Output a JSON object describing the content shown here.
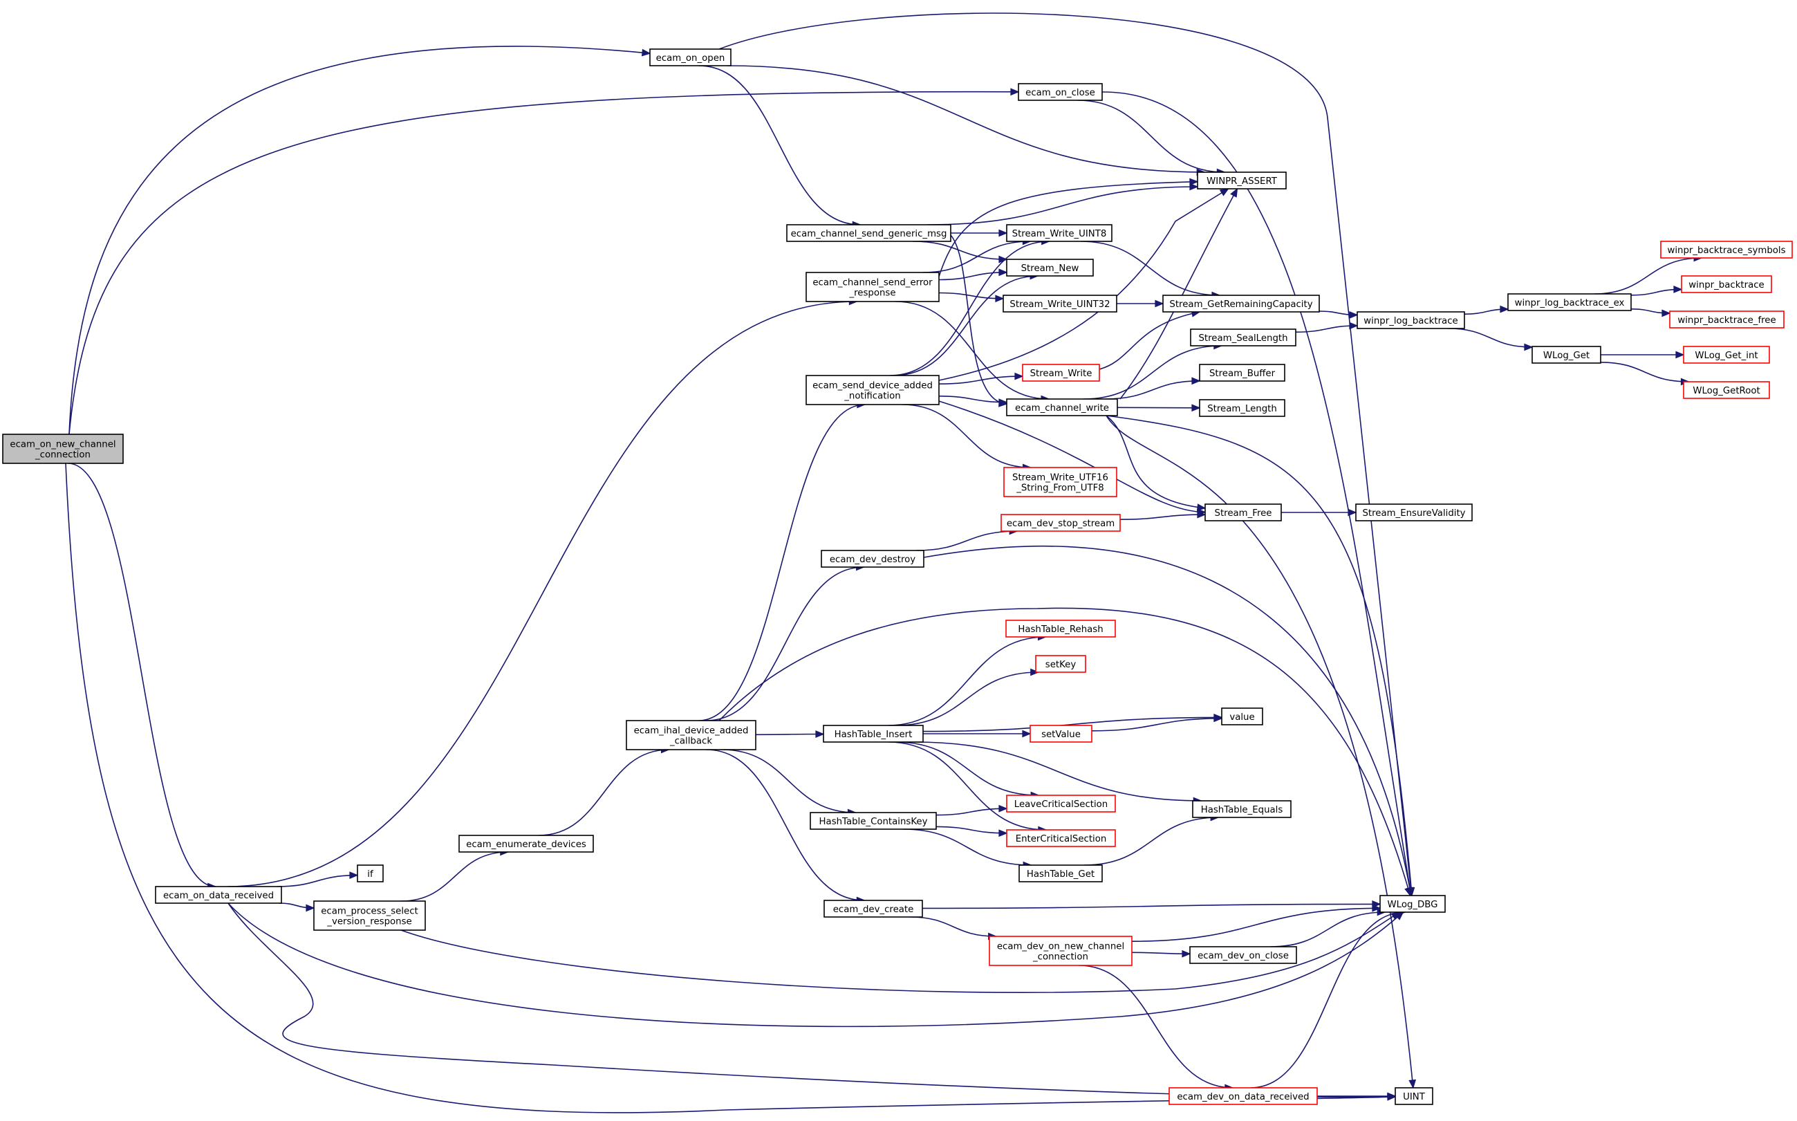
{
  "graph": {
    "colors": {
      "edge": "#191970",
      "node_border": "#000000",
      "external_border": "#ff0000",
      "root_fill": "#bfbfbf",
      "node_fill": "#ffffff"
    },
    "nodes": [
      {
        "id": "root",
        "lines": [
          "ecam_on_new_channel",
          "_connection"
        ],
        "style": "root"
      },
      {
        "id": "on_open",
        "lines": [
          "ecam_on_open"
        ],
        "style": "normal"
      },
      {
        "id": "on_close",
        "lines": [
          "ecam_on_close"
        ],
        "style": "normal"
      },
      {
        "id": "on_data_received",
        "lines": [
          "ecam_on_data_received"
        ],
        "style": "normal"
      },
      {
        "id": "winpr_assert",
        "lines": [
          "WINPR_ASSERT"
        ],
        "style": "normal"
      },
      {
        "id": "send_generic_msg",
        "lines": [
          "ecam_channel_send_generic_msg"
        ],
        "style": "normal"
      },
      {
        "id": "send_error_response",
        "lines": [
          "ecam_channel_send_error",
          "_response"
        ],
        "style": "normal"
      },
      {
        "id": "send_device_added",
        "lines": [
          "ecam_send_device_added",
          "_notification"
        ],
        "style": "normal"
      },
      {
        "id": "stream_write_uint8",
        "lines": [
          "Stream_Write_UINT8"
        ],
        "style": "normal"
      },
      {
        "id": "stream_new",
        "lines": [
          "Stream_New"
        ],
        "style": "normal"
      },
      {
        "id": "stream_write_uint32",
        "lines": [
          "Stream_Write_UINT32"
        ],
        "style": "normal"
      },
      {
        "id": "stream_getremcap",
        "lines": [
          "Stream_GetRemainingCapacity"
        ],
        "style": "normal"
      },
      {
        "id": "stream_seallength",
        "lines": [
          "Stream_SealLength"
        ],
        "style": "normal"
      },
      {
        "id": "stream_buffer",
        "lines": [
          "Stream_Buffer"
        ],
        "style": "normal"
      },
      {
        "id": "stream_length",
        "lines": [
          "Stream_Length"
        ],
        "style": "normal"
      },
      {
        "id": "stream_write",
        "lines": [
          "Stream_Write"
        ],
        "style": "external"
      },
      {
        "id": "channel_write",
        "lines": [
          "ecam_channel_write"
        ],
        "style": "normal"
      },
      {
        "id": "stream_write_utf16",
        "lines": [
          "Stream_Write_UTF16",
          "_String_From_UTF8"
        ],
        "style": "external"
      },
      {
        "id": "stream_free",
        "lines": [
          "Stream_Free"
        ],
        "style": "normal"
      },
      {
        "id": "stream_ensurevalidity",
        "lines": [
          "Stream_EnsureValidity"
        ],
        "style": "normal"
      },
      {
        "id": "winpr_log_backtrace",
        "lines": [
          "winpr_log_backtrace"
        ],
        "style": "normal"
      },
      {
        "id": "winpr_log_backtrace_ex",
        "lines": [
          "winpr_log_backtrace_ex"
        ],
        "style": "normal"
      },
      {
        "id": "winpr_backtrace_symbols",
        "lines": [
          "winpr_backtrace_symbols"
        ],
        "style": "external"
      },
      {
        "id": "winpr_backtrace",
        "lines": [
          "winpr_backtrace"
        ],
        "style": "external"
      },
      {
        "id": "winpr_backtrace_free",
        "lines": [
          "winpr_backtrace_free"
        ],
        "style": "external"
      },
      {
        "id": "wlog_get",
        "lines": [
          "WLog_Get"
        ],
        "style": "normal"
      },
      {
        "id": "wlog_get_int",
        "lines": [
          "WLog_Get_int"
        ],
        "style": "external"
      },
      {
        "id": "wlog_getroot",
        "lines": [
          "WLog_GetRoot"
        ],
        "style": "external"
      },
      {
        "id": "dev_stop_stream",
        "lines": [
          "ecam_dev_stop_stream"
        ],
        "style": "external"
      },
      {
        "id": "dev_destroy",
        "lines": [
          "ecam_dev_destroy"
        ],
        "style": "normal"
      },
      {
        "id": "hashtable_rehash",
        "lines": [
          "HashTable_Rehash"
        ],
        "style": "external"
      },
      {
        "id": "setkey",
        "lines": [
          "setKey"
        ],
        "style": "external"
      },
      {
        "id": "value",
        "lines": [
          "value"
        ],
        "style": "normal"
      },
      {
        "id": "setvalue",
        "lines": [
          "setValue"
        ],
        "style": "external"
      },
      {
        "id": "ihal_device_added",
        "lines": [
          "ecam_ihal_device_added",
          "_callback"
        ],
        "style": "normal"
      },
      {
        "id": "hashtable_insert",
        "lines": [
          "HashTable_Insert"
        ],
        "style": "normal"
      },
      {
        "id": "leave_cs",
        "lines": [
          "LeaveCriticalSection"
        ],
        "style": "external"
      },
      {
        "id": "hashtable_equals",
        "lines": [
          "HashTable_Equals"
        ],
        "style": "normal"
      },
      {
        "id": "hashtable_containskey",
        "lines": [
          "HashTable_ContainsKey"
        ],
        "style": "normal"
      },
      {
        "id": "enter_cs",
        "lines": [
          "EnterCriticalSection"
        ],
        "style": "external"
      },
      {
        "id": "enumerate_devices",
        "lines": [
          "ecam_enumerate_devices"
        ],
        "style": "normal"
      },
      {
        "id": "hashtable_get",
        "lines": [
          "HashTable_Get"
        ],
        "style": "normal"
      },
      {
        "id": "if",
        "lines": [
          "if"
        ],
        "style": "normal"
      },
      {
        "id": "process_select_version",
        "lines": [
          "ecam_process_select",
          "_version_response"
        ],
        "style": "normal"
      },
      {
        "id": "wlog_dbg",
        "lines": [
          "WLog_DBG"
        ],
        "style": "normal"
      },
      {
        "id": "dev_create",
        "lines": [
          "ecam_dev_create"
        ],
        "style": "normal"
      },
      {
        "id": "dev_on_new_channel",
        "lines": [
          "ecam_dev_on_new_channel",
          "_connection"
        ],
        "style": "external"
      },
      {
        "id": "dev_on_close",
        "lines": [
          "ecam_dev_on_close"
        ],
        "style": "normal"
      },
      {
        "id": "dev_on_data_received",
        "lines": [
          "ecam_dev_on_data_received"
        ],
        "style": "external"
      },
      {
        "id": "uint",
        "lines": [
          "UINT"
        ],
        "style": "normal"
      }
    ],
    "edges": [
      [
        "root",
        "on_open"
      ],
      [
        "root",
        "on_close"
      ],
      [
        "root",
        "on_data_received"
      ],
      [
        "root",
        "uint"
      ],
      [
        "on_open",
        "wlog_dbg"
      ],
      [
        "on_open",
        "winpr_assert"
      ],
      [
        "on_open",
        "send_generic_msg"
      ],
      [
        "on_close",
        "winpr_assert"
      ],
      [
        "on_close",
        "wlog_dbg"
      ],
      [
        "send_generic_msg",
        "winpr_assert"
      ],
      [
        "send_generic_msg",
        "stream_write_uint8"
      ],
      [
        "send_generic_msg",
        "stream_new"
      ],
      [
        "send_generic_msg",
        "channel_write"
      ],
      [
        "send_error_response",
        "winpr_assert"
      ],
      [
        "send_error_response",
        "stream_write_uint8"
      ],
      [
        "send_error_response",
        "stream_new"
      ],
      [
        "send_error_response",
        "stream_write_uint32"
      ],
      [
        "send_error_response",
        "channel_write"
      ],
      [
        "send_device_added",
        "winpr_assert"
      ],
      [
        "send_device_added",
        "stream_write_uint8"
      ],
      [
        "send_device_added",
        "stream_new"
      ],
      [
        "send_device_added",
        "stream_write"
      ],
      [
        "send_device_added",
        "channel_write"
      ],
      [
        "send_device_added",
        "stream_write_utf16"
      ],
      [
        "send_device_added",
        "stream_free"
      ],
      [
        "stream_write_uint8",
        "stream_getremcap"
      ],
      [
        "stream_write_uint32",
        "stream_getremcap"
      ],
      [
        "stream_write",
        "stream_getremcap"
      ],
      [
        "stream_getremcap",
        "winpr_log_backtrace"
      ],
      [
        "stream_seallength",
        "winpr_log_backtrace"
      ],
      [
        "channel_write",
        "winpr_assert"
      ],
      [
        "channel_write",
        "stream_seallength"
      ],
      [
        "channel_write",
        "stream_buffer"
      ],
      [
        "channel_write",
        "stream_length"
      ],
      [
        "channel_write",
        "stream_free"
      ],
      [
        "channel_write",
        "wlog_dbg"
      ],
      [
        "channel_write",
        "uint"
      ],
      [
        "stream_free",
        "stream_ensurevalidity"
      ],
      [
        "winpr_log_backtrace",
        "winpr_log_backtrace_ex"
      ],
      [
        "winpr_log_backtrace",
        "wlog_get"
      ],
      [
        "winpr_log_backtrace_ex",
        "winpr_backtrace_symbols"
      ],
      [
        "winpr_log_backtrace_ex",
        "winpr_backtrace"
      ],
      [
        "winpr_log_backtrace_ex",
        "winpr_backtrace_free"
      ],
      [
        "wlog_get",
        "wlog_get_int"
      ],
      [
        "wlog_get",
        "wlog_getroot"
      ],
      [
        "dev_destroy",
        "dev_stop_stream"
      ],
      [
        "dev_destroy",
        "wlog_dbg"
      ],
      [
        "dev_stop_stream",
        "stream_free"
      ],
      [
        "ihal_device_added",
        "send_device_added"
      ],
      [
        "ihal_device_added",
        "dev_destroy"
      ],
      [
        "ihal_device_added",
        "wlog_dbg"
      ],
      [
        "ihal_device_added",
        "hashtable_insert"
      ],
      [
        "ihal_device_added",
        "hashtable_containskey"
      ],
      [
        "ihal_device_added",
        "dev_create"
      ],
      [
        "hashtable_insert",
        "hashtable_rehash"
      ],
      [
        "hashtable_insert",
        "setkey"
      ],
      [
        "hashtable_insert",
        "value"
      ],
      [
        "hashtable_insert",
        "setvalue"
      ],
      [
        "hashtable_insert",
        "leave_cs"
      ],
      [
        "hashtable_insert",
        "enter_cs"
      ],
      [
        "hashtable_insert",
        "hashtable_equals"
      ],
      [
        "setvalue",
        "value"
      ],
      [
        "hashtable_containskey",
        "leave_cs"
      ],
      [
        "hashtable_containskey",
        "enter_cs"
      ],
      [
        "hashtable_containskey",
        "hashtable_get"
      ],
      [
        "hashtable_get",
        "hashtable_equals"
      ],
      [
        "enumerate_devices",
        "ihal_device_added"
      ],
      [
        "on_data_received",
        "send_error_response"
      ],
      [
        "on_data_received",
        "if"
      ],
      [
        "on_data_received",
        "process_select_version"
      ],
      [
        "on_data_received",
        "wlog_dbg"
      ],
      [
        "on_data_received",
        "uint"
      ],
      [
        "process_select_version",
        "enumerate_devices"
      ],
      [
        "process_select_version",
        "wlog_dbg"
      ],
      [
        "dev_create",
        "wlog_dbg"
      ],
      [
        "dev_create",
        "dev_on_new_channel"
      ],
      [
        "dev_on_new_channel",
        "wlog_dbg"
      ],
      [
        "dev_on_new_channel",
        "dev_on_close"
      ],
      [
        "dev_on_new_channel",
        "dev_on_data_received"
      ],
      [
        "dev_on_close",
        "wlog_dbg"
      ],
      [
        "dev_on_data_received",
        "wlog_dbg"
      ],
      [
        "dev_on_data_received",
        "uint"
      ]
    ]
  }
}
